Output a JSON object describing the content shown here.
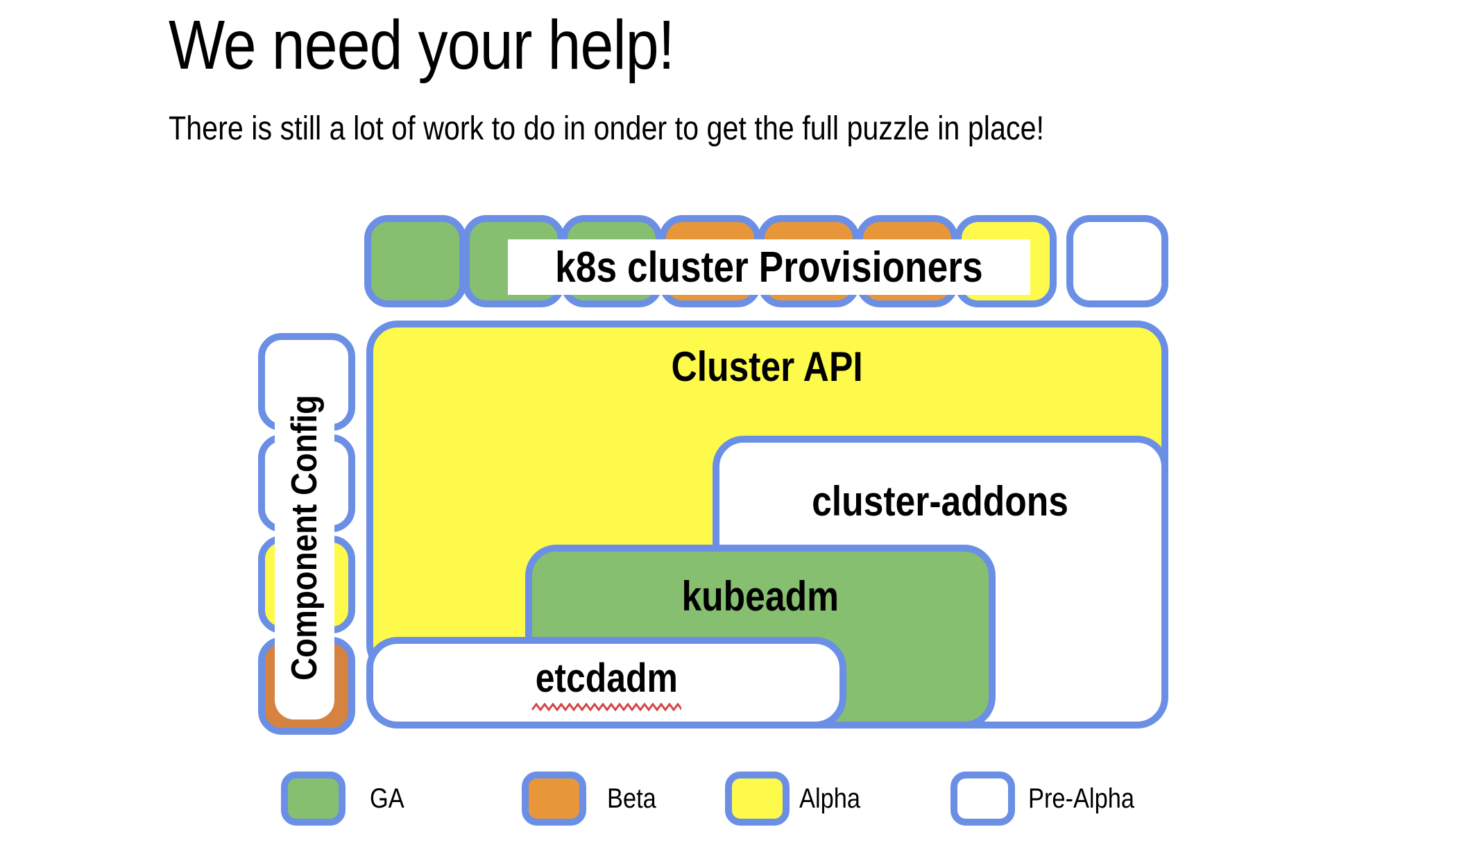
{
  "title": "We need your help!",
  "subtitle": "There is still a lot of work to do in onder to get the full puzzle in place!",
  "diagram": {
    "provisioners_label": "k8s cluster Provisioners",
    "top_row": [
      {
        "status": "GA",
        "color": "#86bf70"
      },
      {
        "status": "GA",
        "color": "#86bf70"
      },
      {
        "status": "GA",
        "color": "#86bf70"
      },
      {
        "status": "Beta",
        "color": "#e8963a"
      },
      {
        "status": "Beta",
        "color": "#e8963a"
      },
      {
        "status": "Beta",
        "color": "#e8963a"
      },
      {
        "status": "Alpha",
        "color": "#fdfa4b"
      },
      {
        "status": "Pre-Alpha",
        "color": "#ffffff"
      }
    ],
    "component_config": {
      "label": "Component Config",
      "squares": [
        {
          "status": "Pre-Alpha",
          "color": "#ffffff"
        },
        {
          "status": "Pre-Alpha",
          "color": "#ffffff"
        },
        {
          "status": "Alpha",
          "color": "#fdfa4b"
        },
        {
          "status": "Beta",
          "color": "#d68240"
        }
      ]
    },
    "cluster_api": {
      "label": "Cluster API",
      "status": "Alpha",
      "color": "#fdfa4b"
    },
    "cluster_addons": {
      "label": "cluster-addons",
      "status": "Pre-Alpha",
      "color": "#ffffff"
    },
    "kubeadm": {
      "label": "kubeadm",
      "status": "GA",
      "color": "#86bf70"
    },
    "etcdadm": {
      "label": "etcdadm",
      "status": "Pre-Alpha",
      "color": "#ffffff"
    }
  },
  "legend": [
    {
      "label": "GA",
      "color": "#86bf70"
    },
    {
      "label": "Beta",
      "color": "#e8963a"
    },
    {
      "label": "Alpha",
      "color": "#fdfa4b"
    },
    {
      "label": "Pre-Alpha",
      "color": "#ffffff"
    }
  ],
  "colors": {
    "border": "#6b8fe4",
    "squiggle": "#d64545",
    "background": "#ffffff",
    "text": "#000000"
  }
}
